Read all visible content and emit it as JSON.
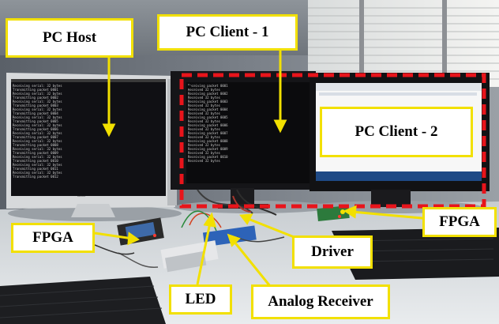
{
  "labels": {
    "pc_host": "PC Host",
    "pc_client_1": "PC Client - 1",
    "pc_client_2": "PC Client - 2",
    "fpga_left": "FPGA",
    "fpga_right": "FPGA",
    "driver": "Driver",
    "led": "LED",
    "analog_receiver": "Analog Receiver"
  },
  "colors": {
    "label_border": "#f2e000",
    "arrow": "#f2e000",
    "dashed_frame": "#e8141b"
  }
}
